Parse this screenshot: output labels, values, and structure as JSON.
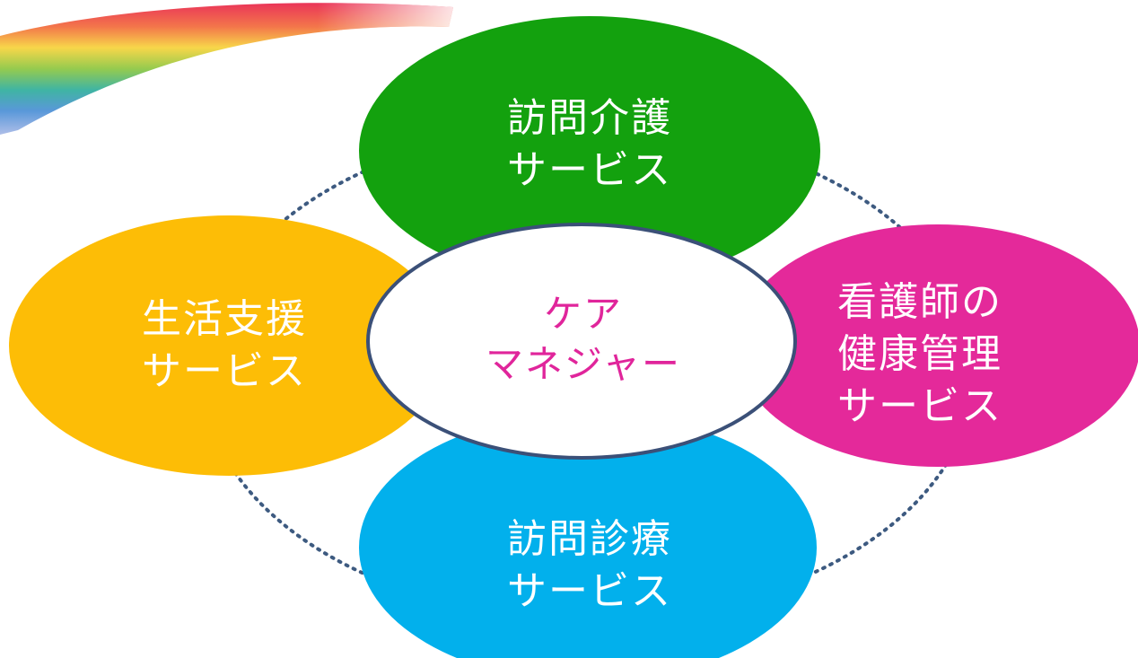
{
  "colors": {
    "green": "#13a10e",
    "yellow": "#fdbd06",
    "magenta": "#e4299a",
    "cyan": "#02b0ec",
    "center_fill": "#ffffff",
    "center_stroke": "#3b5078",
    "center_text": "#e0259b",
    "dotted_ring": "#3d5a80"
  },
  "decoration": {
    "name": "rainbow-brush-stroke"
  },
  "center": {
    "line1": "ケア",
    "line2": "マネジャー"
  },
  "top": {
    "line1": "訪問介護",
    "line2": "サービス"
  },
  "left": {
    "line1": "生活支援",
    "line2": "サービス"
  },
  "right": {
    "line1": "看護師の",
    "line2": "健康管理",
    "line3": "サービス"
  },
  "bottom": {
    "line1": "訪問診療",
    "line2": "サービス"
  }
}
